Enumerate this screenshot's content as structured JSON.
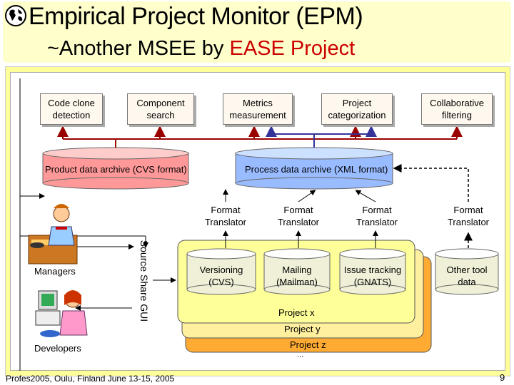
{
  "slide": {
    "title": "Empirical Project Monitor (EPM)",
    "subtitle_prefix": "~Another MSEE by ",
    "subtitle_accent": "EASE Project",
    "footer": "Profes2005, Oulu, Finland June 13-15, 2005",
    "page_number": "9"
  },
  "top_boxes": [
    "Code clone\ndetection",
    "Component\nsearch",
    "Metrics\nmeasurement",
    "Project\ncategorization",
    "Collaborative\nfiltering"
  ],
  "archives": {
    "product": "Product data archive (CVS format)",
    "process": "Process data archive (XML format)"
  },
  "translators": [
    "Format\nTranslator",
    "Format\nTranslator",
    "Format\nTranslator",
    "Format\nTranslator"
  ],
  "sources": [
    "Versioning\n(CVS)",
    "Mailing\n(Mailman)",
    "Issue tracking\n(GNATS)",
    "Other tool\ndata"
  ],
  "projects": [
    "Project x",
    "Project y",
    "Project z",
    "..."
  ],
  "gui_label": "Source Share GUI",
  "people": [
    "Managers",
    "Developers"
  ],
  "colors": {
    "title_bg": "#ffffcc",
    "frame": "#ffff99",
    "accent": "#cc0000",
    "product_archive": "#ff9999",
    "process_archive": "#99bbff",
    "arrow_red": "#990000",
    "arrow_blue": "#333399",
    "project_yellow": "#ffff99",
    "project_orange": "#ffaa33"
  }
}
